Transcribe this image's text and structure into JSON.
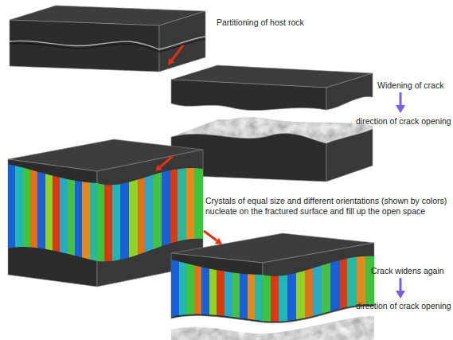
{
  "diagram": {
    "labels": [
      "Partitioning of host rock",
      "Widening of crack",
      "direction of crack opening",
      "Crystals of equal size and different orientations (shown by colors) nucleate on the fractured surface and fill up the open space",
      "Crack widens again",
      "direction of crack opening"
    ]
  }
}
